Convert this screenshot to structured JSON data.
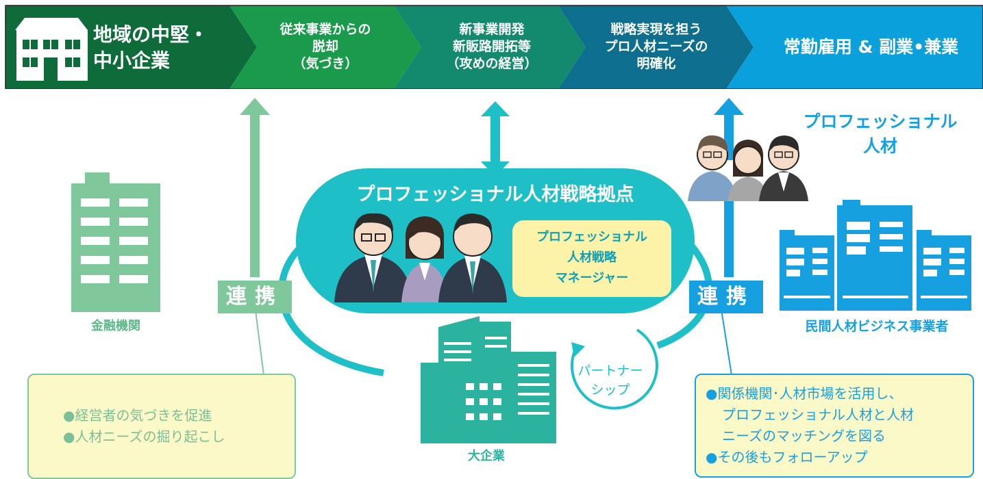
{
  "banner": {
    "step1": [
      "地域の中堅・",
      "中小企業"
    ],
    "step2": [
      "従来事業からの",
      "脱却",
      "（気づき）"
    ],
    "step3": [
      "新事業開発",
      "新販路開拓等",
      "（攻めの経営）"
    ],
    "step4": [
      "戦略実現を担う",
      "プロ人材ニーズの",
      "明確化"
    ],
    "step5": "常勤雇用 & 副業•兼業"
  },
  "hub": {
    "title": "プロフェッショナル人材戦略拠点",
    "manager_lines": [
      "プロフェッショナル",
      "人材戦略",
      "マネージャー"
    ]
  },
  "left": {
    "bank_label": "金融機関",
    "link_label": "連携",
    "notes": [
      "●経営者の気づきを促進",
      "●人材ニーズの掘り起こし"
    ]
  },
  "right": {
    "pro_title": [
      "プロフェッショナル",
      "人材"
    ],
    "company_label": "民間人材ビジネス事業者",
    "link_label": "連携",
    "notes": [
      "●関係機関･人材市場を活用し、",
      "プロフェッショナル人材と人材",
      "ニーズのマッチングを図る",
      "●その後もフォローアップ"
    ]
  },
  "center": {
    "big_company_label": "大企業",
    "partnership": [
      "パートナー",
      "シップ"
    ]
  },
  "colors": {
    "dark_green": "#0e6b3a",
    "green": "#1a9b4b",
    "teal_dark": "#0f7b7b",
    "navy": "#0d5f8c",
    "sky": "#0aa0dc",
    "light_green": "#7ec89b",
    "teal": "#1fbfc8",
    "building_teal": "#2bb3a0",
    "blue": "#17a0e0",
    "note_yellow": "#fcf9c8"
  }
}
